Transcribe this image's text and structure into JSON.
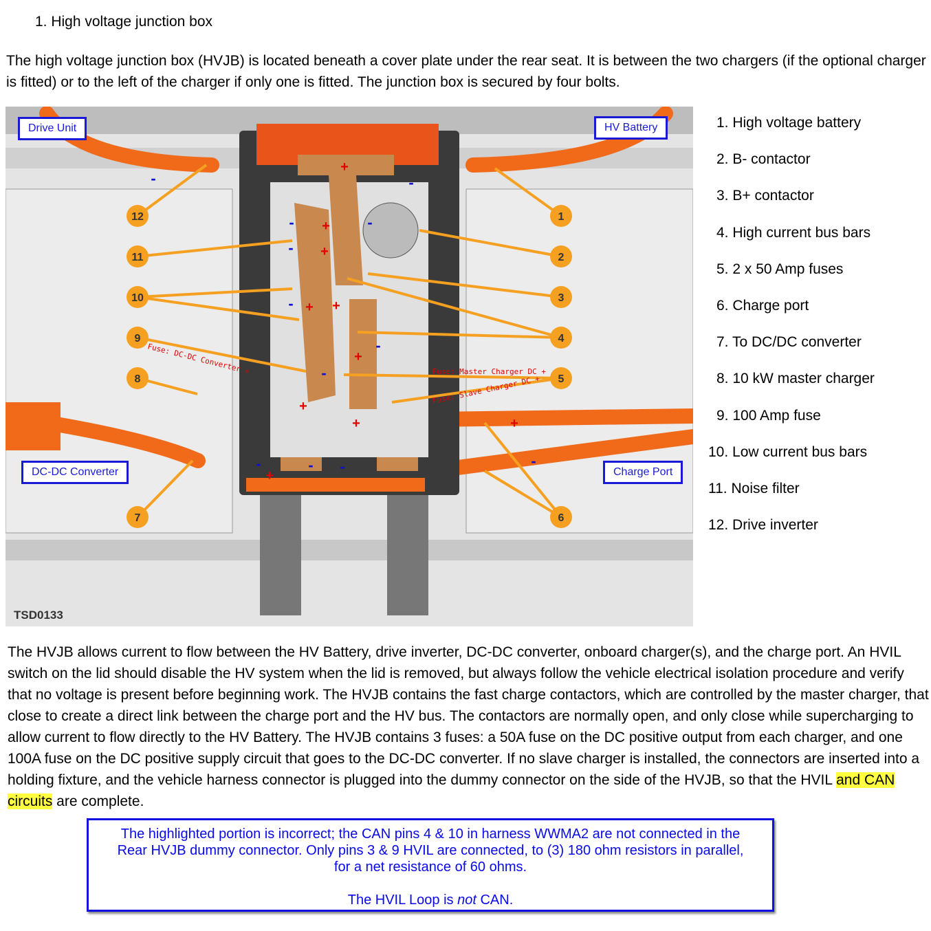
{
  "heading": "1. High voltage junction box",
  "intro": "The high voltage junction box (HVJB) is located beneath a cover plate under the rear seat. It is between the two chargers (if the optional charger is fitted) or to the left of the charger if only one is fitted. The junction box is secured by four bolts.",
  "figure": {
    "labels": {
      "drive_unit": "Drive Unit",
      "hv_battery": "HV Battery",
      "dcdc": "DC-DC Converter",
      "charge_port": "Charge Port"
    },
    "ref_code": "TSD0133",
    "fuse_labels": {
      "dcdc": "Fuse: DC-DC Converter +",
      "master": "Fuse: Master Charger DC +",
      "slave": "Fuse: Slave Charger DC +"
    },
    "callouts": {
      "c1": "1",
      "c2": "2",
      "c3": "3",
      "c4": "4",
      "c5": "5",
      "c6": "6",
      "c7": "7",
      "c8": "8",
      "c9": "9",
      "c10": "10",
      "c11": "11",
      "c12": "12"
    },
    "colors": {
      "cable": "#f06a1a",
      "callout": "#f5a020",
      "busbar": "#c8884e",
      "label_border": "#1a1ad6"
    }
  },
  "legend": [
    "1. High voltage battery",
    "2. B- contactor",
    "3. B+ contactor",
    "4. High current bus bars",
    "5. 2 x 50 Amp fuses",
    "6. Charge port",
    "7. To DC/DC converter",
    "8. 10 kW master charger",
    "9. 100 Amp fuse",
    "10. Low current bus bars",
    "11. Noise filter",
    "12. Drive inverter"
  ],
  "body": {
    "before": "The HVJB allows current to flow between the HV Battery, drive inverter, DC-DC converter, onboard charger(s), and the charge port. An HVIL switch on the lid should disable the HV system when the lid is removed, but always follow the vehicle electrical isolation procedure and verify that no voltage is present before beginning work. The HVJB contains the fast charge contactors, which are controlled by the master charger, that close to create a direct link between the charge port and the HV bus. The contactors are normally open, and only close while supercharging to allow current to flow directly to the HV Battery. The HVJB contains 3 fuses: a 50A fuse on the DC positive output from each charger, and one 100A fuse on the DC positive supply circuit that goes to the DC-DC converter. If no slave charger is installed, the connectors are inserted into a holding fixture, and the vehicle harness connector is plugged into the dummy connector on the side of the HVJB, so that the HVIL ",
    "highlighted": "and CAN circuits",
    "after": " are complete."
  },
  "note": {
    "paragraph": "The  highlighted portion is incorrect; the CAN pins 4 & 10 in harness WWMA2 are not connected in the Rear HVJB dummy connector.  Only pins 3 & 9 HVIL are connected, to (3) 180 ohm resistors in parallel, for a net resistance of 60 ohms.",
    "line_pre": "The HVIL Loop is ",
    "line_em": "not",
    "line_post": " CAN."
  }
}
